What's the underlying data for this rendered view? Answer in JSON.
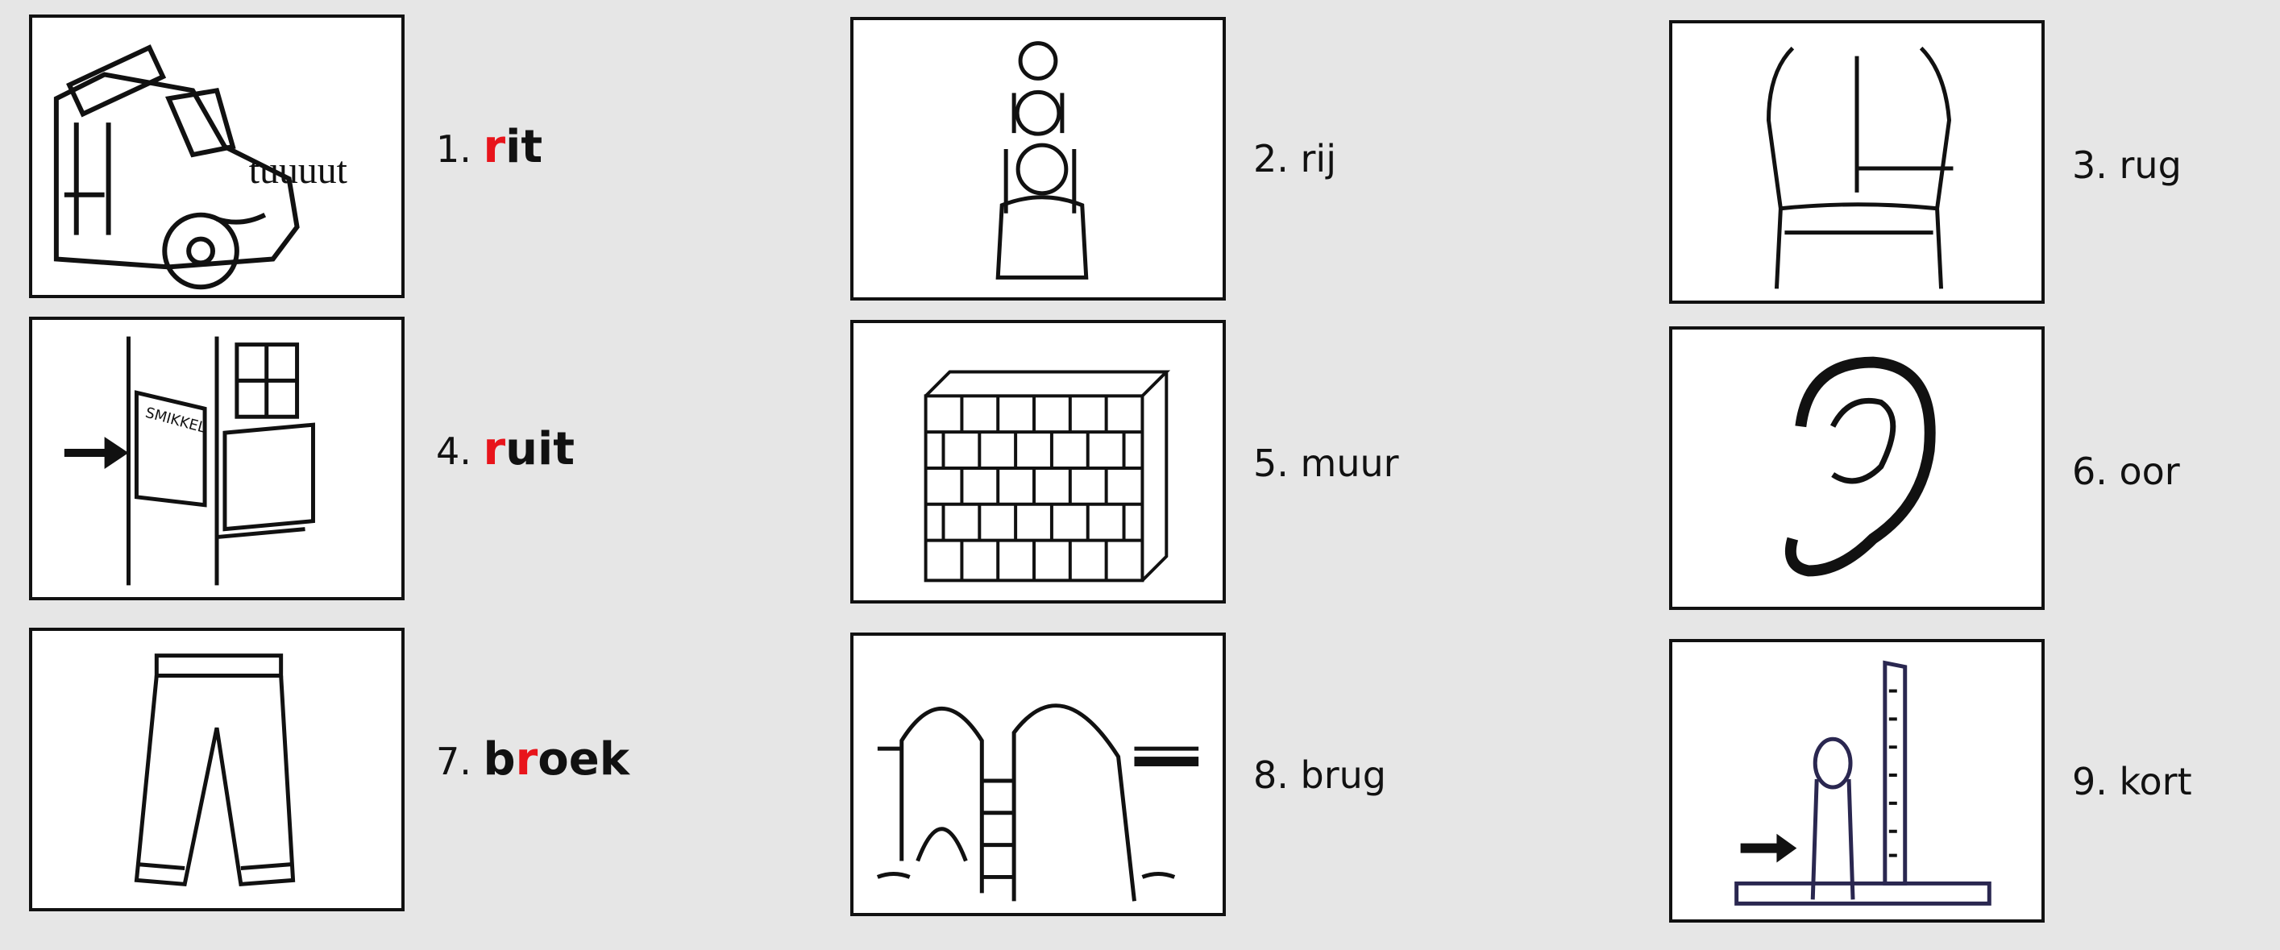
{
  "items": [
    {
      "number": "1.",
      "highlight": "r",
      "rest": "it",
      "picture": "police-car",
      "bold": true,
      "sound": "tuuuut"
    },
    {
      "number": "2.",
      "word": "rij",
      "picture": "row-of-people"
    },
    {
      "number": "3.",
      "word": "rug",
      "picture": "back"
    },
    {
      "number": "4.",
      "highlight": "r",
      "rest": "uit",
      "picture": "shop-window",
      "bold": true,
      "sign": "SMIKKEL"
    },
    {
      "number": "5.",
      "word": "muur",
      "picture": "brick-wall"
    },
    {
      "number": "6.",
      "word": "oor",
      "picture": "ear"
    },
    {
      "number": "7.",
      "prefix": "b",
      "highlight": "r",
      "rest": "oek",
      "picture": "trousers",
      "bold": true
    },
    {
      "number": "8.",
      "word": "brug",
      "picture": "bridge"
    },
    {
      "number": "9.",
      "word": "kort",
      "picture": "height-measure"
    }
  ],
  "colors": {
    "highlight": "#e8141b",
    "background": "#e6e6e6"
  }
}
